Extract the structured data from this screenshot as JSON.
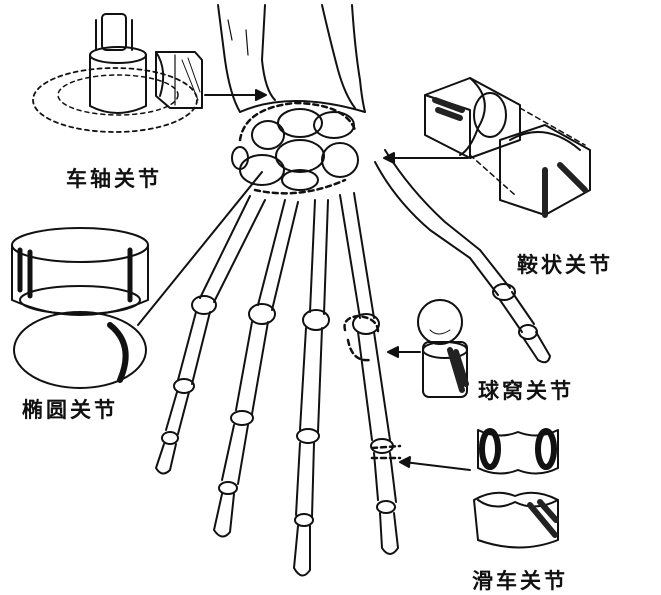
{
  "labels": {
    "pivot": "车轴关节",
    "saddle": "鞍状关节",
    "ellipsoid": "椭圆关节",
    "ball_socket": "球窝关节",
    "hinge": "滑车关节"
  },
  "colors": {
    "ink": "#111111",
    "background": "#ffffff"
  }
}
